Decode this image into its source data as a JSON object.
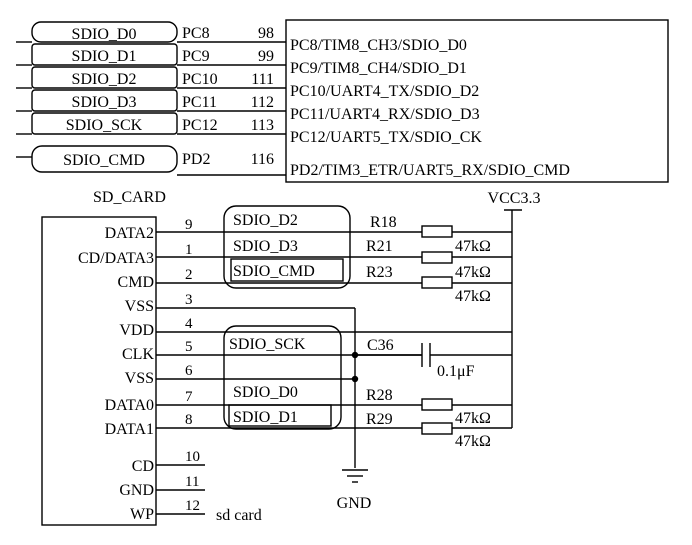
{
  "mcu": {
    "nets": [
      {
        "net": "SDIO_D0",
        "port": "PC8",
        "pin": "98",
        "func": "PC8/TIM8_CH3/SDIO_D0"
      },
      {
        "net": "SDIO_D1",
        "port": "PC9",
        "pin": "99",
        "func": "PC9/TIM8_CH4/SDIO_D1"
      },
      {
        "net": "SDIO_D2",
        "port": "PC10",
        "pin": "111",
        "func": "PC10/UART4_TX/SDIO_D2"
      },
      {
        "net": "SDIO_D3",
        "port": "PC11",
        "pin": "112",
        "func": "PC11/UART4_RX/SDIO_D3"
      },
      {
        "net": "SDIO_SCK",
        "port": "PC12",
        "pin": "113",
        "func": "PC12/UART5_TX/SDIO_CK"
      },
      {
        "net": "SDIO_CMD",
        "port": "PD2",
        "pin": "116",
        "func": "PD2/TIM3_ETR/UART5_RX/SDIO_CMD"
      }
    ]
  },
  "card": {
    "title": "SD_CARD",
    "pins": [
      {
        "name": "DATA2",
        "num": "9"
      },
      {
        "name": "CD/DATA3",
        "num": "1"
      },
      {
        "name": "CMD",
        "num": "2"
      },
      {
        "name": "VSS",
        "num": "3"
      },
      {
        "name": "VDD",
        "num": "4"
      },
      {
        "name": "CLK",
        "num": "5"
      },
      {
        "name": "VSS",
        "num": "6"
      },
      {
        "name": "DATA0",
        "num": "7"
      },
      {
        "name": "DATA1",
        "num": "8"
      },
      {
        "name": "CD",
        "num": "10"
      },
      {
        "name": "GND",
        "num": "11"
      },
      {
        "name": "WP",
        "num": "12"
      }
    ],
    "footnote": "sd card"
  },
  "net_labels": {
    "d2": "SDIO_D2",
    "d3": "SDIO_D3",
    "cmd": "SDIO_CMD",
    "sck": "SDIO_SCK",
    "d0": "SDIO_D0",
    "d1": "SDIO_D1"
  },
  "resistors": [
    {
      "ref": "R18",
      "value": "47kΩ"
    },
    {
      "ref": "R21",
      "value": "47kΩ"
    },
    {
      "ref": "R23",
      "value": "47kΩ"
    },
    {
      "ref": "R28",
      "value": "47kΩ"
    },
    {
      "ref": "R29",
      "value": "47kΩ"
    }
  ],
  "capacitor": {
    "ref": "C36",
    "value": "0.1μF"
  },
  "power": {
    "vcc": "VCC3.3",
    "gnd": "GND"
  }
}
